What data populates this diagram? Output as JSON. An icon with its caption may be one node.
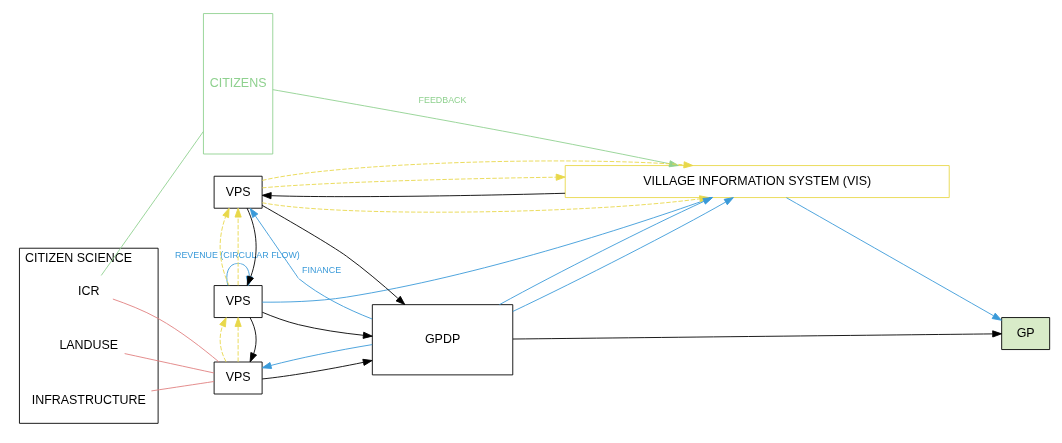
{
  "diagram": {
    "nodes": [
      {
        "text": [
          "CITIZEN SCIENCE"
        ]
      },
      {
        "text": [
          "LANDUSE"
        ],
        "in": 0
      },
      {
        "text": [
          "INFRASTRUCTURE"
        ],
        "in": 0
      },
      {
        "text": [
          "ICR"
        ],
        "in": 0
      },
      {
        "text": [
          "CITIZENS"
        ]
      },
      {
        "text": [
          "VPS"
        ]
      },
      {
        "text": [
          "VPS"
        ]
      },
      {
        "text": [
          "VPS"
        ]
      },
      {
        "text": [
          "GPDP"
        ]
      },
      {
        "text": [
          "GP"
        ]
      },
      {
        "text": [
          "VILLAGE INFORMATION SYSTEM (VIS)"
        ]
      }
    ],
    "edges": [
      {
        "from": 1,
        "to": 5,
        "arrow": "none",
        "color": "#e08080"
      },
      {
        "from": 2,
        "to": 5,
        "arrow": "none",
        "color": "#e08080"
      },
      {
        "from": 3,
        "to": 5,
        "arrow": "none",
        "color": "#e08080"
      },
      {
        "from": 3,
        "to": 4,
        "arrow": "none",
        "color": "#8fd18f"
      },
      {
        "from": 4,
        "to": 10,
        "arrow": "to",
        "label": "FEEDBACK",
        "color": "#8fd18f"
      },
      {
        "from": 6,
        "to": 5,
        "arrow": "to"
      },
      {
        "from": 7,
        "to": 6,
        "arrow": "to"
      },
      {
        "from": 10,
        "to": 7,
        "arrow": "to"
      },
      {
        "from": 5,
        "to": 8,
        "arrow": "to"
      },
      {
        "from": 6,
        "to": 8,
        "arrow": "to"
      },
      {
        "from": 7,
        "to": 8,
        "arrow": "to"
      },
      {
        "from": 8,
        "to": 9,
        "arrow": "to"
      },
      {
        "from": 8,
        "to": 5,
        "arrow": "to",
        "color": "#3a9ad9"
      },
      {
        "from": 8,
        "to": 7,
        "arrow": "to",
        "label": "FINANCE",
        "color": "#3a9ad9"
      },
      {
        "from": 8,
        "to": 10,
        "arrow": "to",
        "color": "#3a9ad9"
      },
      {
        "from": 8,
        "to": 10,
        "arrow": "to",
        "color": "#3a9ad9"
      },
      {
        "from": 10,
        "to": 9,
        "arrow": "to",
        "color": "#3a9ad9"
      },
      {
        "from": 6,
        "to": 6,
        "arrow": "to",
        "label": "REVENUE (CIRCULAR FLOW)",
        "color": "#3a9ad9"
      },
      {
        "from": 6,
        "to": 10,
        "arrow": "to",
        "color": "#3a9ad9"
      },
      {
        "from": 5,
        "to": 6,
        "arrow": "to",
        "style": "dashed",
        "color": "#e8d84a"
      },
      {
        "from": 5,
        "to": 6,
        "arrow": "to",
        "style": "dashed",
        "color": "#e8d84a"
      },
      {
        "from": 6,
        "to": 7,
        "arrow": "to",
        "style": "dashed",
        "color": "#e8d84a"
      },
      {
        "from": 6,
        "to": 7,
        "arrow": "to",
        "style": "dashed",
        "color": "#e8d84a"
      },
      {
        "from": 7,
        "to": 10,
        "arrow": "to",
        "style": "dashed",
        "color": "#e8d84a"
      },
      {
        "from": 7,
        "to": 10,
        "arrow": "to",
        "style": "dashed",
        "color": "#e8d84a"
      },
      {
        "from": 7,
        "to": 10,
        "arrow": "to",
        "style": "dashed",
        "color": "#e8d84a"
      }
    ]
  }
}
